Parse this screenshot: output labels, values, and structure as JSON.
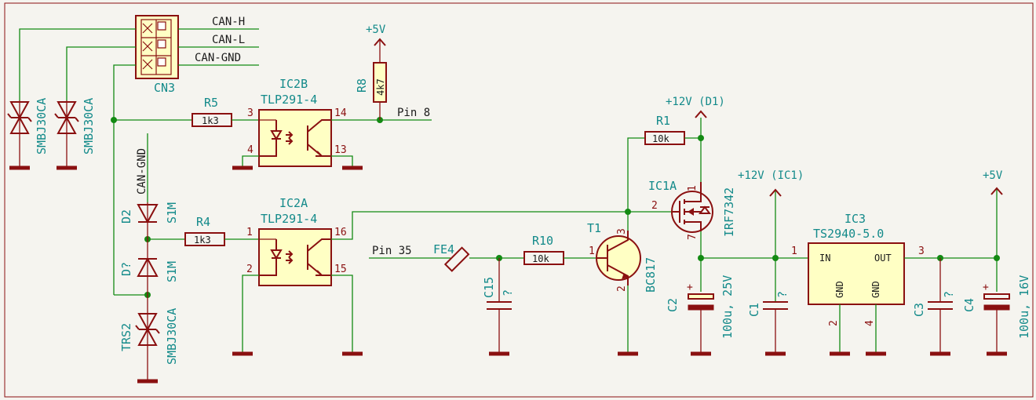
{
  "connector": {
    "ref": "CN3",
    "signals": [
      "CAN-H",
      "CAN-L",
      "CAN-GND"
    ]
  },
  "nets": {
    "can_gnd": "CAN-GND",
    "v5_top": "+5V",
    "v5_right": "+5V",
    "v12_d1": "+12V (D1)",
    "v12_ic1": "+12V (IC1)",
    "pin8": "Pin 8",
    "pin35": "Pin 35"
  },
  "tvs": [
    {
      "value": "SMBJ30CA"
    },
    {
      "value": "SMBJ30CA"
    },
    {
      "ref": "TRS2",
      "value": "SMBJ30CA"
    }
  ],
  "diodes": [
    {
      "ref": "D2",
      "value": "S1M"
    },
    {
      "ref": "D?",
      "value": "S1M"
    }
  ],
  "resistors": {
    "r5": {
      "ref": "R5",
      "value": "1k3",
      "pin": "3"
    },
    "r4": {
      "ref": "R4",
      "value": "1k3",
      "pin": "1"
    },
    "r8": {
      "ref": "R8",
      "value": "4k7"
    },
    "r1": {
      "ref": "R1",
      "value": "10k"
    },
    "r10": {
      "ref": "R10",
      "value": "10k"
    }
  },
  "optocouplers": [
    {
      "ref": "IC2B",
      "value": "TLP291-4",
      "pins": {
        "a": "3",
        "c": "4",
        "col": "14",
        "emi": "13"
      }
    },
    {
      "ref": "IC2A",
      "value": "TLP291-4",
      "pins": {
        "a": "1",
        "c": "2",
        "col": "16",
        "emi": "15"
      }
    }
  ],
  "ferrite": {
    "ref": "FE4"
  },
  "transistor": {
    "ref": "T1",
    "value": "BC817",
    "pins": {
      "b": "1",
      "c": "3",
      "e": "2"
    }
  },
  "mosfet": {
    "ref": "IC1A",
    "value": "IRF7342",
    "pins": {
      "g": "2",
      "s": "1",
      "d": "7"
    }
  },
  "capacitors": {
    "c15": {
      "ref": "C15",
      "value": "?"
    },
    "c2": {
      "ref": "C2",
      "value": "100u, 25V"
    },
    "c1": {
      "ref": "C1",
      "value": "?"
    },
    "c3": {
      "ref": "C3",
      "value": "?"
    },
    "c4": {
      "ref": "C4",
      "value": "100u, 16V"
    }
  },
  "regulator": {
    "ref": "IC3",
    "value": "TS2940-5.0",
    "in": "IN",
    "out": "OUT",
    "gnd1": "GND",
    "gnd2": "GND",
    "pin_in": "1",
    "pin_out": "3",
    "pin_gnd1": "2",
    "pin_gnd2": "4"
  },
  "colors": {
    "wire": "#138a13",
    "part": "#8a1010",
    "ref": "#138a8a",
    "body": "#ffffc4",
    "background": "#f5f4ef"
  }
}
